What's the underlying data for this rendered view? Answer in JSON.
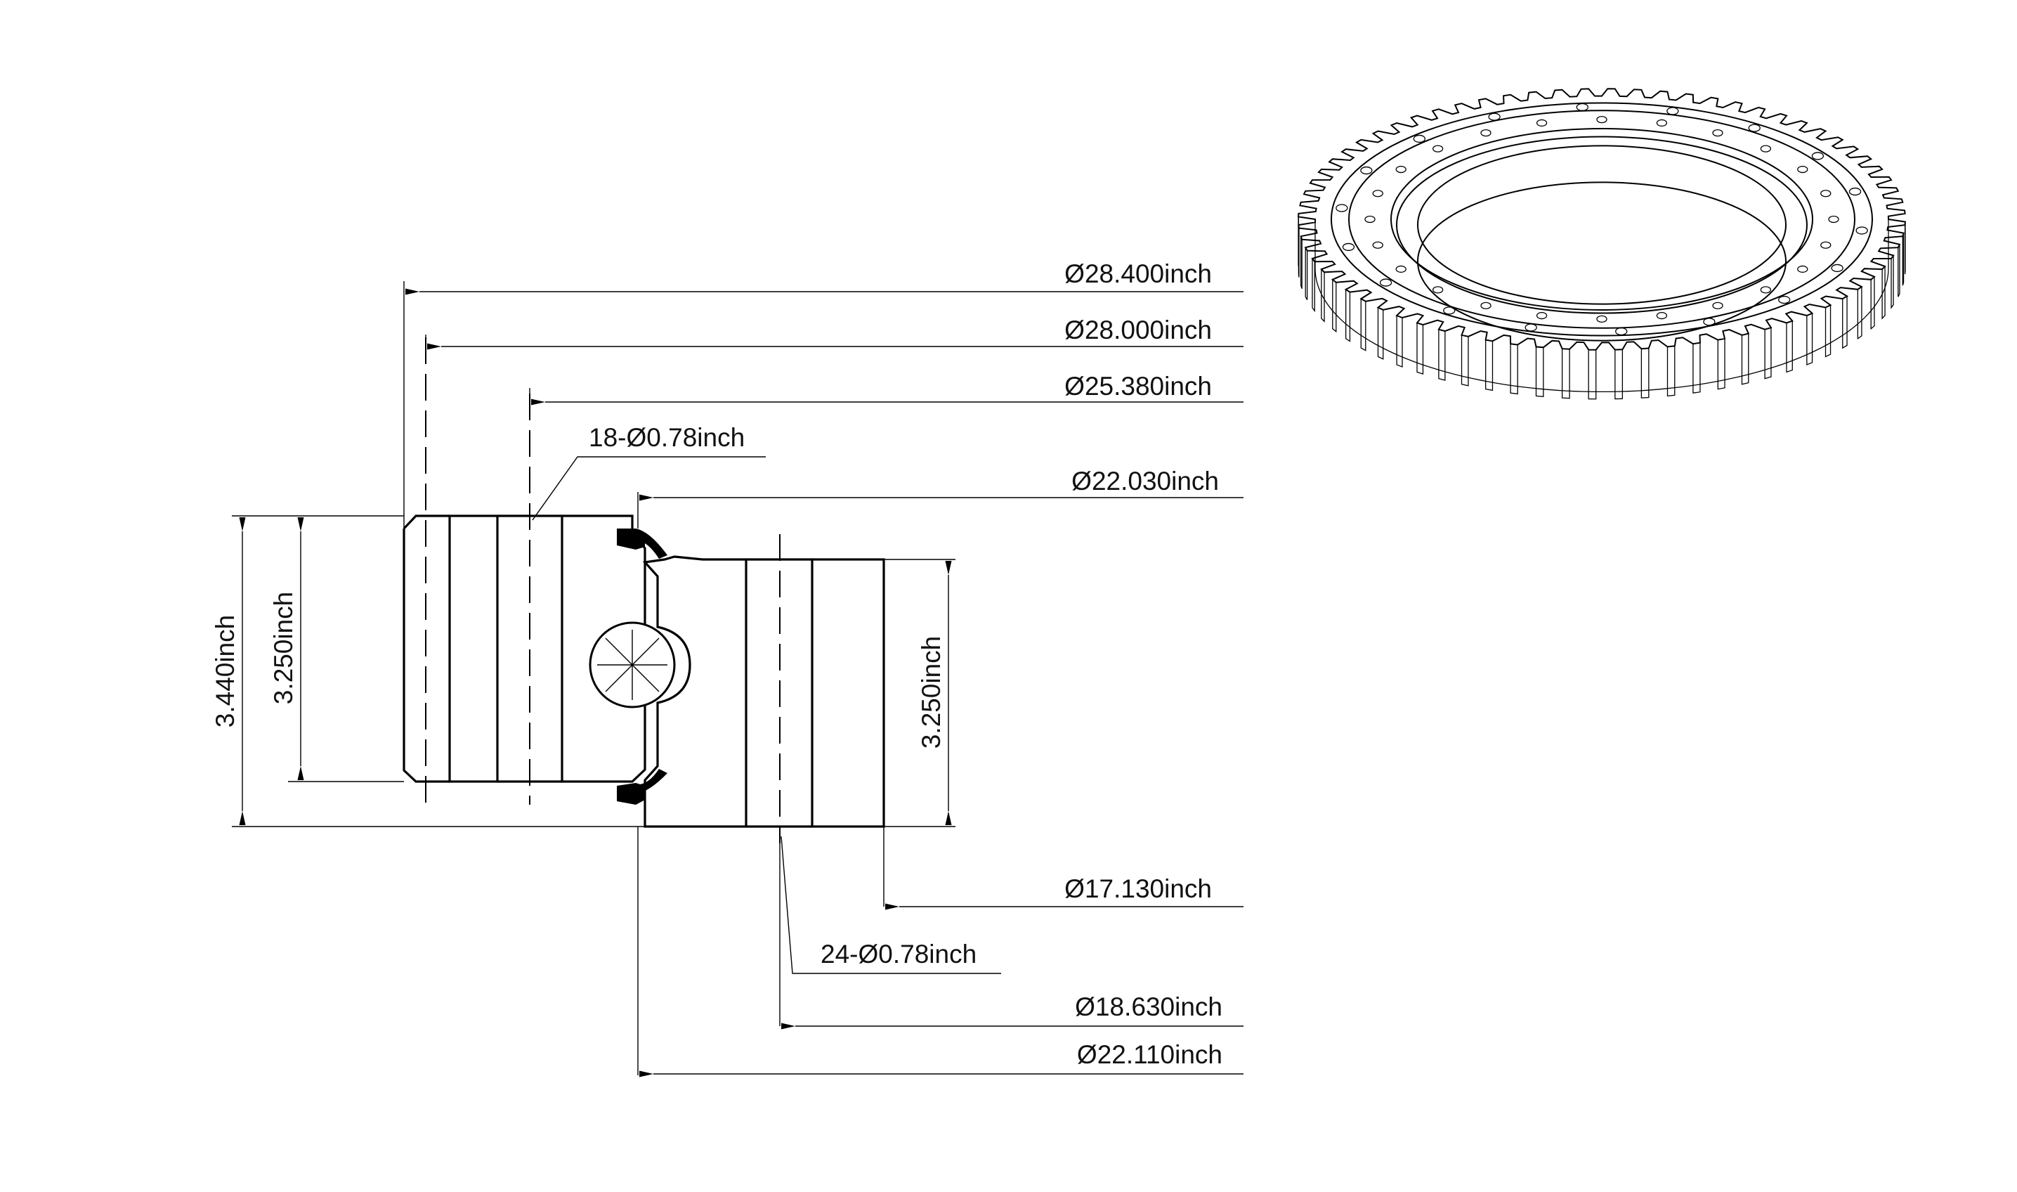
{
  "dimensions": {
    "outer_diameter": "Ø28.400inch",
    "gear_pitch_diameter": "Ø28.000inch",
    "outer_bolt_circle": "Ø25.380inch",
    "outer_holes": "18-Ø0.78inch",
    "outer_ring_bore": "Ø22.030inch",
    "inner_ring_bore": "Ø17.130inch",
    "inner_holes": "24-Ø0.78inch",
    "inner_bolt_circle": "Ø18.630inch",
    "inner_ring_outer": "Ø22.110inch",
    "total_height": "3.440inch",
    "outer_ring_height": "3.250inch",
    "inner_ring_height": "3.250inch"
  },
  "isometric_view": {
    "gear_teeth": 72,
    "outer_ring_holes": 18,
    "inner_ring_holes": 24
  }
}
